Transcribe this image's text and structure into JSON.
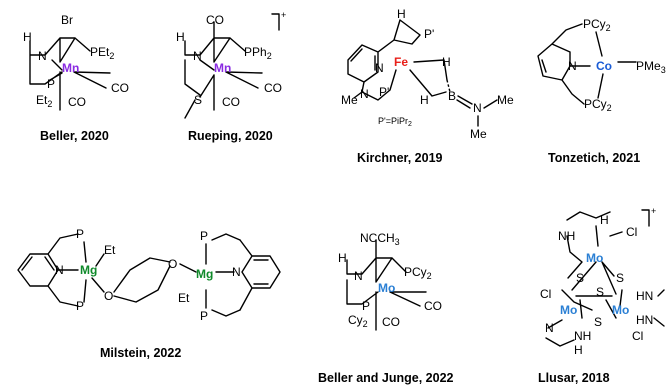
{
  "colors": {
    "mn": "#8a2be2",
    "fe": "#e8201a",
    "co": "#1a5cd6",
    "mg": "#0f8a2a",
    "mo": "#2a7fd4"
  },
  "captions": {
    "beller2020": "Beller, 2020",
    "rueping2020": "Rueping, 2020",
    "kirchner2019": "Kirchner, 2019",
    "tonzetich2021": "Tonzetich, 2021",
    "milstein2022": "Milstein, 2022",
    "bellerjunge2022": "Beller and Junge, 2022",
    "llusar2018": "Llusar, 2018"
  },
  "labels": {
    "beller": {
      "metal": "Mn",
      "br": "Br",
      "nh": "H",
      "n": "N",
      "pet2_top": "PEt",
      "pet2_top_sub": "2",
      "p": "P",
      "et2": "Et",
      "et2_sub": "2",
      "co1": "CO",
      "co2": "CO"
    },
    "rueping": {
      "metal": "Mn",
      "co_top": "CO",
      "h": "H",
      "n": "N",
      "pph2": "PPh",
      "pph2_sub": "2",
      "s": "S",
      "co1": "CO",
      "co2": "CO",
      "charge": "+"
    },
    "kirchner": {
      "metal": "Fe",
      "h1": "H",
      "p1": "P'",
      "n": "N",
      "me": "Me",
      "nm": "N",
      "p2": "P'",
      "h2": "H",
      "h3": "H",
      "b": "B",
      "n2": "N",
      "me2": "Me",
      "me3": "Me",
      "note": "P'=PiPr",
      "note_sub": "2"
    },
    "tonzetich": {
      "metal": "Co",
      "pcy2a": "PCy",
      "pcy2a_sub": "2",
      "n": "N",
      "pme3": "PMe",
      "pme3_sub": "3",
      "pcy2b": "PCy",
      "pcy2b_sub": "2"
    },
    "milstein": {
      "metal1": "Mg",
      "metal2": "Mg",
      "n1": "N",
      "n2": "N",
      "p1": "P",
      "p2": "P",
      "p3": "P",
      "p4": "P",
      "et1": "Et",
      "et2": "Et",
      "o1": "O",
      "o2": "O"
    },
    "bellerjunge": {
      "metal": "Mo",
      "ncch3": "NCCH",
      "ncch3_sub": "3",
      "h": "H",
      "n": "N",
      "pcy2": "PCy",
      "pcy2_sub": "2",
      "p": "P",
      "cy2": "Cy",
      "cy2_sub": "2",
      "co1": "CO",
      "co2": "CO"
    },
    "llusar": {
      "metal1": "Mo",
      "metal2": "Mo",
      "metal3": "Mo",
      "cl1": "Cl",
      "cl2": "Cl",
      "cl3": "Cl",
      "s1": "S",
      "s2": "S",
      "s3": "S",
      "s4": "S",
      "nh1": "NH",
      "nh2": "H",
      "nh3": "HN",
      "nh4": "HN",
      "nh5": "N",
      "nh6": "NH",
      "h1": "H",
      "charge": "+"
    }
  }
}
